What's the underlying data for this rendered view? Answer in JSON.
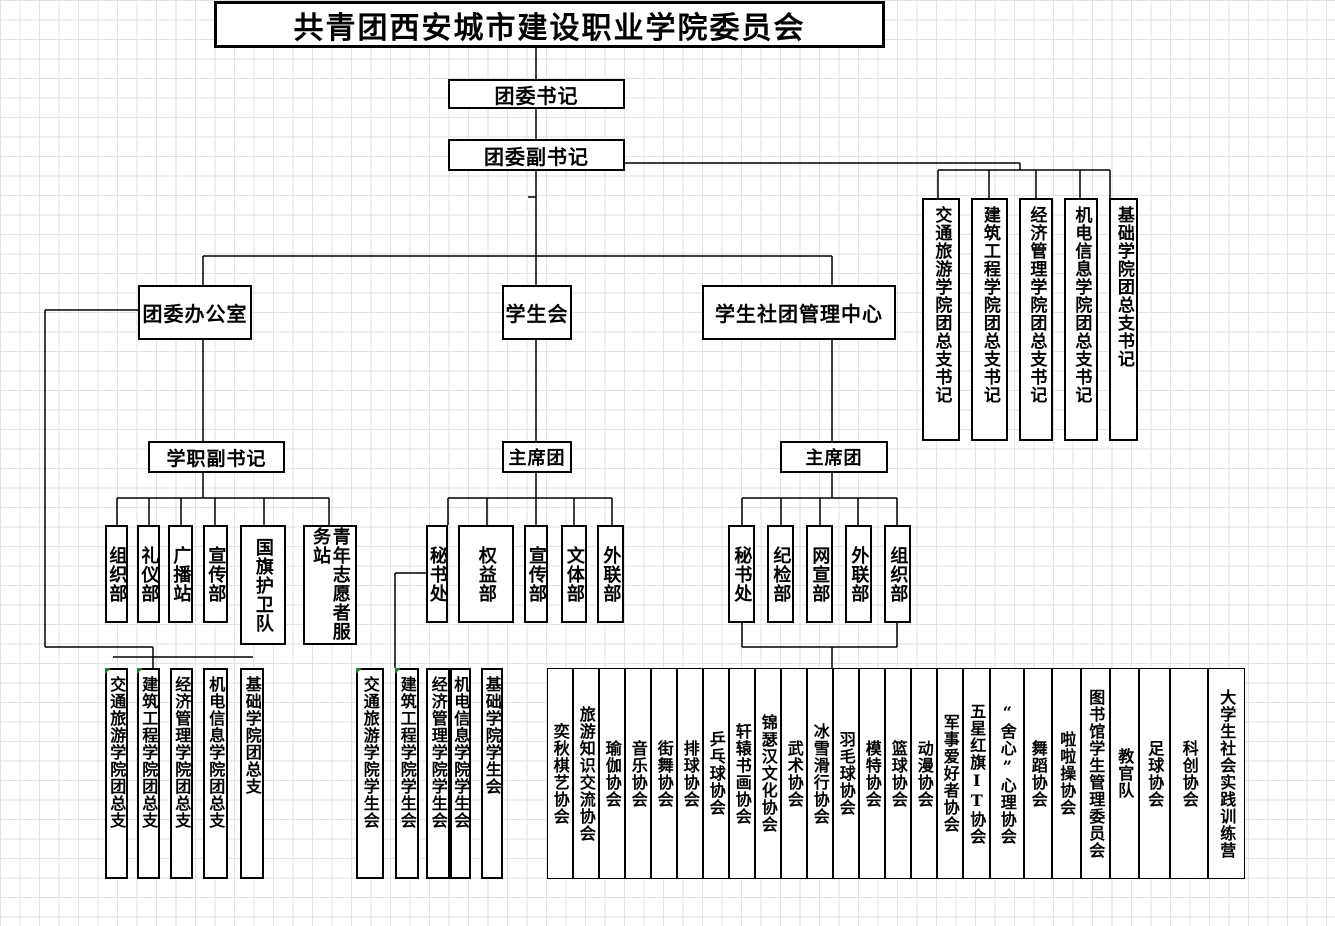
{
  "title": "共青团西安城市建设职业学院委员会",
  "secretary": "团委书记",
  "deputy_secretary": "团委副书记",
  "branch_secretaries": [
    "交通旅游学院团总支书记",
    "建筑工程学院团总支书记",
    "经济管理学院团总支书记",
    "机电信息学院团总支书记",
    "基础学院团总支书记"
  ],
  "office": {
    "name": "团委办公室",
    "sub_head": "学职副书记",
    "departments": [
      "组织部",
      "礼仪部",
      "广播站",
      "宣传部",
      "国旗护卫队",
      "青年志愿者服务站"
    ],
    "branches": [
      "交通旅游学院团总支",
      "建筑工程学院团总支",
      "经济管理学院团总支",
      "机电信息学院团总支",
      "基础学院团总支"
    ]
  },
  "student_union": {
    "name": "学生会",
    "sub_head": "主席团",
    "departments": [
      "秘书处",
      "权益部",
      "宣传部",
      "文体部",
      "外联部"
    ],
    "colleges": [
      "交通旅游学院学生会",
      "建筑工程学院学生会",
      "经济管理学院学生会",
      "机电信息学院学生会",
      "基础学院学生会"
    ]
  },
  "club_center": {
    "name": "学生社团管理中心",
    "sub_head": "主席团",
    "departments": [
      "秘书处",
      "纪检部",
      "网宣部",
      "外联部",
      "组织部"
    ],
    "clubs": [
      "奕秋棋艺协会",
      "旅游知识交流协会",
      "瑜伽协会",
      "音乐协会",
      "街舞协会",
      "排球协会",
      "乒乓球协会",
      "轩辕书画协会",
      "锦瑟汉文化协会",
      "武术协会",
      "冰雪滑行协会",
      "羽毛球协会",
      "模特协会",
      "篮球协会",
      "动漫协会",
      "军事爱好者协会",
      "五星红旗IT协会",
      "“舍心”心理协会",
      "舞蹈协会",
      "啦啦操协会",
      "图书馆学生管理委员会",
      "教官队",
      "足球协会",
      "科创协会",
      "大学生社会实践训练营"
    ]
  }
}
